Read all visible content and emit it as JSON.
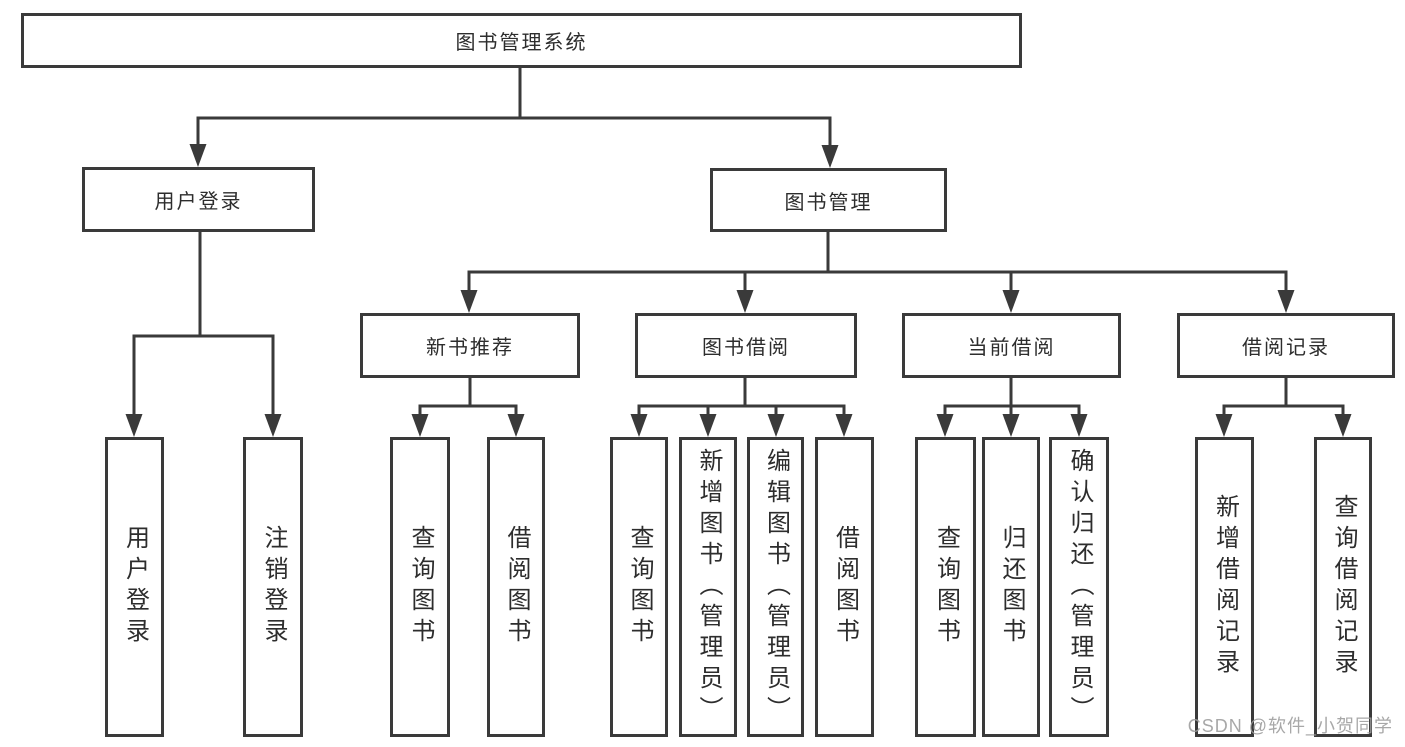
{
  "diagram": {
    "root": {
      "label": "图书管理系统"
    },
    "level2": [
      {
        "label": "用户登录"
      },
      {
        "label": "图书管理"
      }
    ],
    "level3": [
      {
        "label": "新书推荐"
      },
      {
        "label": "图书借阅"
      },
      {
        "label": "当前借阅"
      },
      {
        "label": "借阅记录"
      }
    ],
    "leaves": [
      {
        "label": "用户登录"
      },
      {
        "label": "注销登录"
      },
      {
        "label": "查询图书"
      },
      {
        "label": "借阅图书"
      },
      {
        "label": "查询图书"
      },
      {
        "label": "新增图书（管理员）"
      },
      {
        "label": "编辑图书（管理员）"
      },
      {
        "label": "借阅图书"
      },
      {
        "label": "查询图书"
      },
      {
        "label": "归还图书"
      },
      {
        "label": "确认归还（管理员）"
      },
      {
        "label": "新增借阅记录"
      },
      {
        "label": "查询借阅记录"
      }
    ],
    "watermark": "CSDN @软件_小贺同学",
    "colors": {
      "line": "#3a3a3a",
      "text": "#2d2d2d",
      "watermark": "#9e9e9e",
      "background": "#ffffff"
    }
  }
}
